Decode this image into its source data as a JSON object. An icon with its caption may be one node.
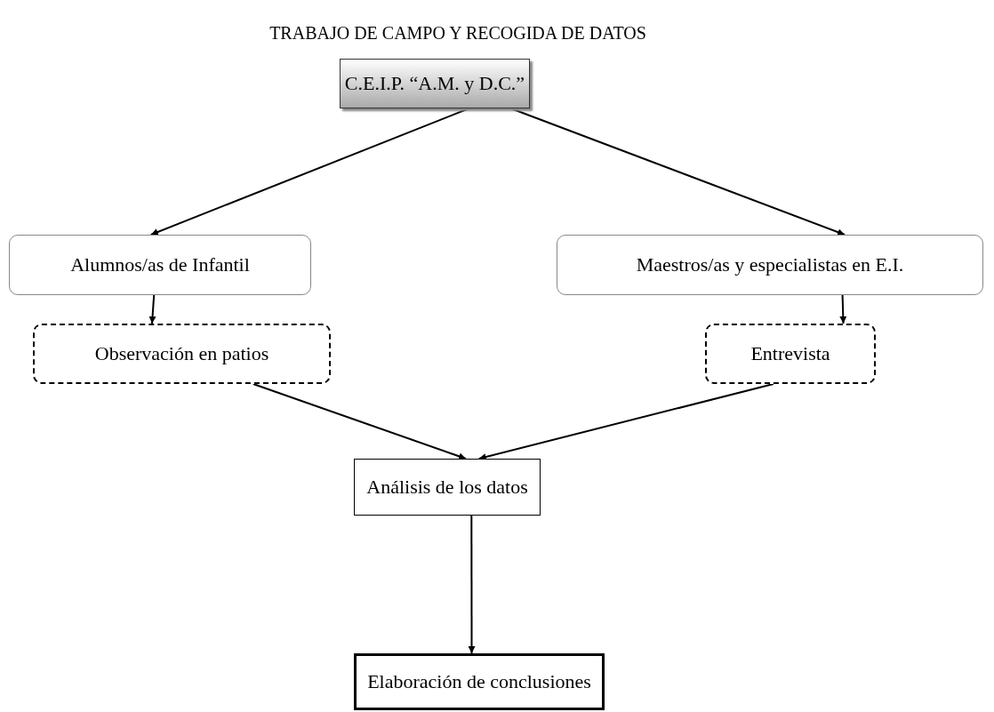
{
  "diagram": {
    "title": "TRABAJO DE CAMPO Y RECOGIDA DE DATOS",
    "nodes": [
      {
        "text": [
          "C.E.I.P. “A.M. y D.C.”"
        ]
      },
      {
        "text": [
          "Alumnos/as de Infantil"
        ]
      },
      {
        "text": [
          "Maestros/as y especialistas en E.I."
        ]
      },
      {
        "text": [
          "Observación en patios"
        ]
      },
      {
        "text": [
          "Entrevista"
        ]
      },
      {
        "text": [
          "Análisis de los datos"
        ]
      },
      {
        "text": [
          "Elaboración de conclusiones"
        ]
      }
    ],
    "edges": [
      {
        "from": 0,
        "to": 1,
        "arrow": "to"
      },
      {
        "from": 0,
        "to": 2,
        "arrow": "to"
      },
      {
        "from": 1,
        "to": 3,
        "arrow": "to"
      },
      {
        "from": 2,
        "to": 4,
        "arrow": "to"
      },
      {
        "from": 3,
        "to": 5,
        "arrow": "to"
      },
      {
        "from": 4,
        "to": 5,
        "arrow": "to"
      },
      {
        "from": 5,
        "to": 6,
        "arrow": "to"
      }
    ]
  }
}
